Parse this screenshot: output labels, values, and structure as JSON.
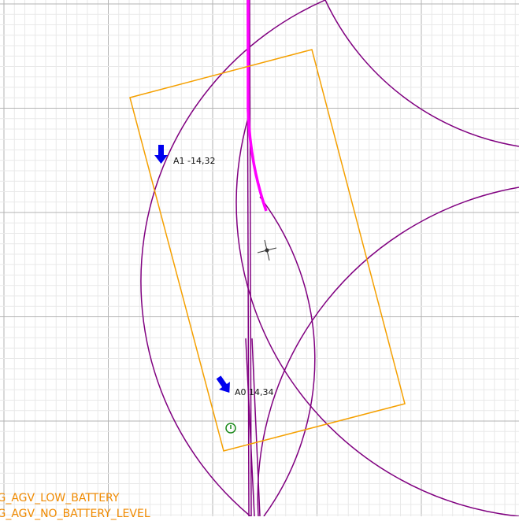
{
  "colors": {
    "background": "#ffffff",
    "grid_minor": "#e9e9e9",
    "grid_major": "#b3b3b3",
    "path_curves": "#800080",
    "active_path": "#ff00ff",
    "region_outline": "#f5a000",
    "agv_marker": "#0000ee",
    "clock_icon": "#1a8a1a",
    "warning_text": "#f08a00",
    "cursor": "#333333"
  },
  "agvs": [
    {
      "label": "A1 -14,32",
      "icon": "arrow-down-marker",
      "heading": "down"
    },
    {
      "label": "A0 14,34",
      "icon": "arrow-down-right-marker",
      "heading": "down-right"
    }
  ],
  "icons": {
    "clock": "clock-icon",
    "cursor": "crosshair-cursor-icon"
  },
  "warnings": [
    "NG_AGV_LOW_BATTERY",
    "NG_AGV_NO_BATTERY_LEVEL"
  ]
}
